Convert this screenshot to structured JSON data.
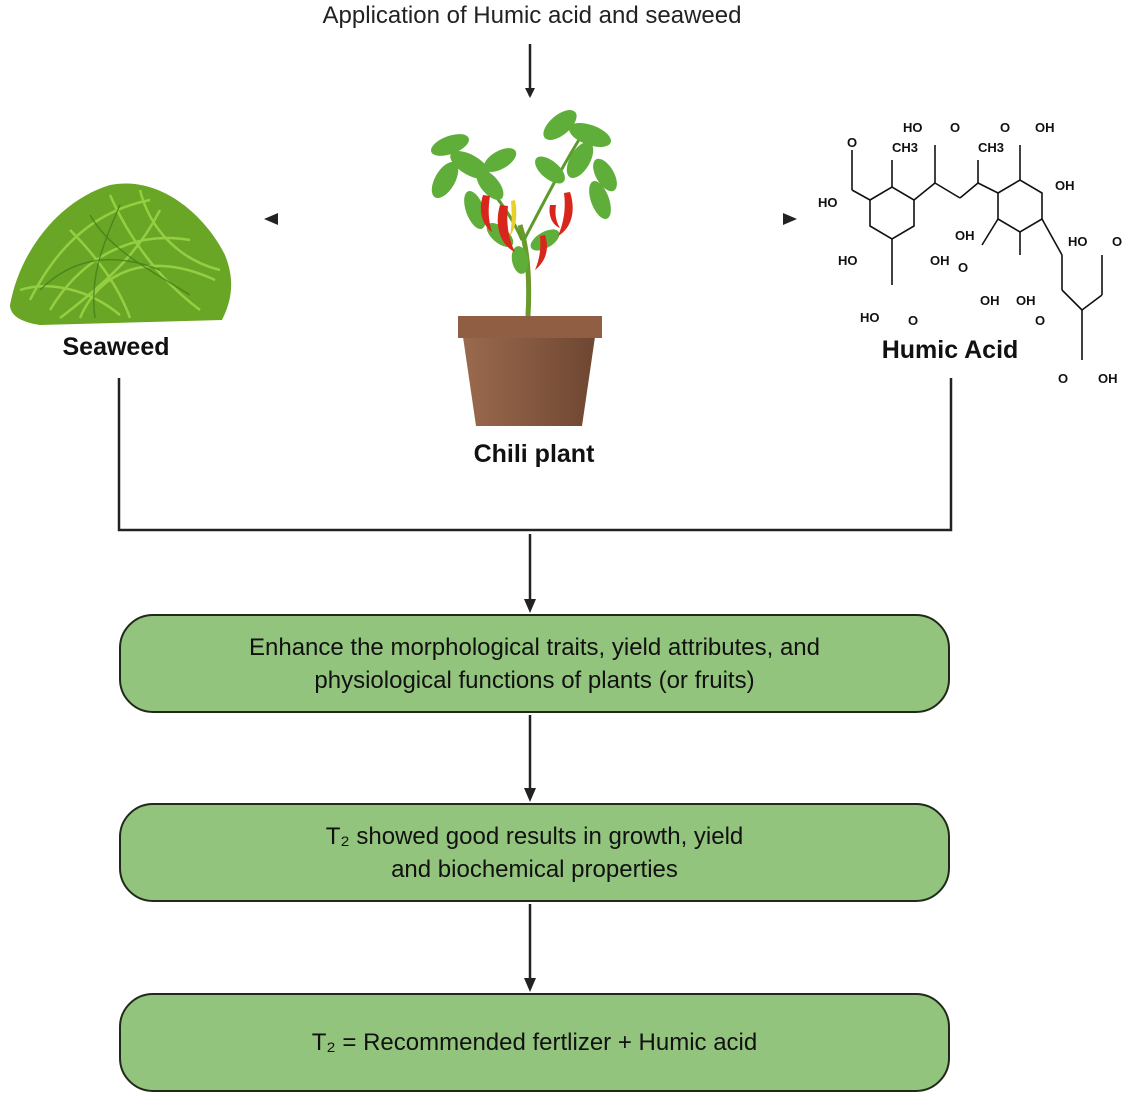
{
  "title": "Application of Humic acid and seaweed",
  "nodes": {
    "seaweed": {
      "label": "Seaweed",
      "icon": "seaweed-pile-illustration"
    },
    "chili": {
      "label": "Chili plant",
      "icon": "potted-chili-plant-illustration"
    },
    "humic": {
      "label": "Humic Acid",
      "icon": "humic-acid-structure",
      "structure_labels": [
        "HO",
        "O",
        "CH3",
        "CH3",
        "O",
        "OH",
        "O",
        "HO",
        "OH",
        "HO",
        "OH",
        "OH",
        "O",
        "OH",
        "HO",
        "O",
        "OH",
        "HO",
        "O",
        "O",
        "O",
        "OH"
      ]
    }
  },
  "boxes": [
    {
      "lines": [
        "Enhance the morphological traits, yield attributes, and",
        "physiological functions of plants (or fruits)"
      ]
    },
    {
      "lines": [
        "T₂ showed good results in growth, yield",
        "and biochemical properties"
      ]
    },
    {
      "lines": [
        "T₂ = Recommended fertlizer + Humic acid"
      ]
    }
  ],
  "colors": {
    "box_fill": "#93c47d",
    "box_border": "#1f2a1a",
    "arrow": "#222222",
    "pot": "#8a5a40",
    "leaf": "#5fae3a",
    "chili": "#d8261c",
    "seaweed": "#6aa625"
  }
}
